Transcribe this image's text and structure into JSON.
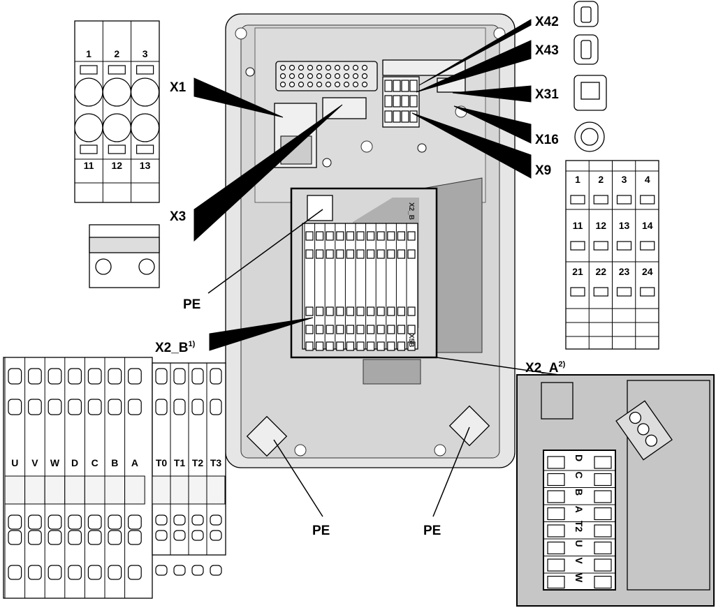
{
  "labels": {
    "x1": "X1",
    "x3": "X3",
    "x42": "X42",
    "x43": "X43",
    "x31": "X31",
    "x16": "X16",
    "x9": "X9",
    "pe_center": "PE",
    "pe_bottom_left": "PE",
    "pe_bottom_right": "PE",
    "x2_b": "X2_B",
    "x2_b_note": "1)",
    "x2_a": "X2_A",
    "x2_a_note": "2)",
    "x2_b_small": "X2_B",
    "x5b_small": "X5B"
  },
  "x1_block": {
    "top": [
      "1",
      "2",
      "3"
    ],
    "bottom": [
      "11",
      "12",
      "13"
    ]
  },
  "right_block": {
    "row1": [
      "1",
      "2",
      "3",
      "4"
    ],
    "row2": [
      "11",
      "12",
      "13",
      "14"
    ],
    "row3": [
      "21",
      "22",
      "23",
      "24"
    ]
  },
  "x2_b_terminals": [
    "U",
    "V",
    "W",
    "D",
    "C",
    "B",
    "A",
    "T0",
    "T1",
    "T2",
    "T3"
  ],
  "x2_a_terminals": [
    "D",
    "C",
    "B",
    "A",
    "T2",
    "U",
    "V",
    "W"
  ],
  "colors": {
    "housing": "#e6e6e6",
    "panel": "#d2d2d2",
    "grey_dark": "#a8a8a8",
    "x2a_bg": "#c6c6c6"
  }
}
